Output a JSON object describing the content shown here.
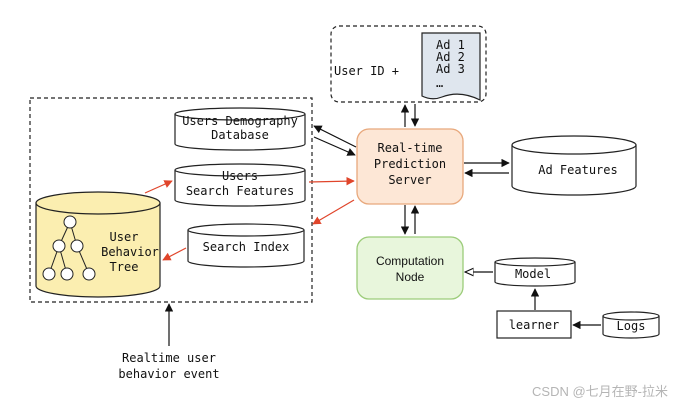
{
  "request": {
    "user_label": "User ID +",
    "ads": [
      "Ad 1",
      "Ad 2",
      "Ad 3",
      "…"
    ]
  },
  "server": {
    "lines": [
      "Real-time",
      "Prediction",
      "Server"
    ]
  },
  "ad_features": {
    "label": "Ad Features"
  },
  "users_db": {
    "lines": [
      "Users Demography",
      "Database"
    ]
  },
  "search_features": {
    "lines": [
      "Users",
      "Search Features"
    ]
  },
  "search_index": {
    "label": "Search Index"
  },
  "behavior_tree": {
    "lines": [
      "User",
      "Behavior",
      "Tree"
    ]
  },
  "computation": {
    "lines": [
      "Computation",
      "Node"
    ]
  },
  "model": {
    "label": "Model"
  },
  "learner": {
    "label": "learner"
  },
  "logs": {
    "label": "Logs"
  },
  "event": {
    "lines": [
      "Realtime user",
      "behavior event"
    ]
  },
  "watermark": {
    "text": "CSDN @七月在野-拉米"
  },
  "colors": {
    "server_fill": "#fde7d6",
    "server_stroke": "#e8a87c",
    "computation_fill": "#e8f6dc",
    "computation_stroke": "#9ccc7a",
    "tree_fill": "#fbeeb0",
    "red_arrow": "#e0452b"
  }
}
